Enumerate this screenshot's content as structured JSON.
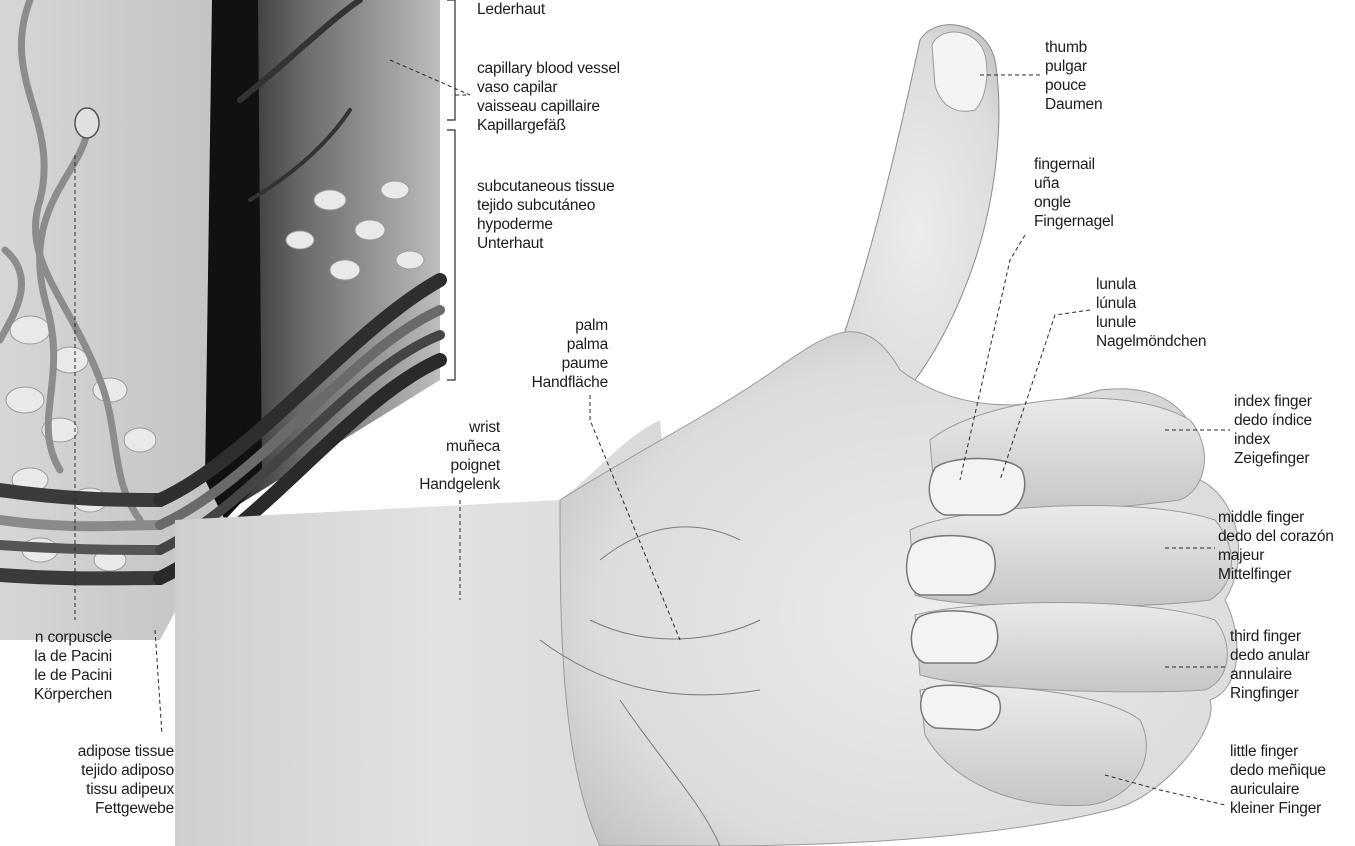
{
  "labels": {
    "dermis": [
      "Lederhaut"
    ],
    "capillary": [
      "capillary blood vessel",
      "vaso capilar",
      "vaisseau capillaire",
      "Kapillargefäß"
    ],
    "subcutaneous": [
      "subcutaneous tissue",
      "tejido subcutáneo",
      "hypoderme",
      "Unterhaut"
    ],
    "thumb": [
      "thumb",
      "pulgar",
      "pouce",
      "Daumen"
    ],
    "fingernail": [
      "fingernail",
      "uña",
      "ongle",
      "Fingernagel"
    ],
    "lunula": [
      "lunula",
      "lúnula",
      "lunule",
      "Nagelmöndchen"
    ],
    "palm": [
      "palm",
      "palma",
      "paume",
      "Handfläche"
    ],
    "wrist": [
      "wrist",
      "muñeca",
      "poignet",
      "Handgelenk"
    ],
    "index_finger": [
      "index finger",
      "dedo índice",
      "index",
      "Zeigefinger"
    ],
    "middle_finger": [
      "middle finger",
      "dedo del corazón",
      "majeur",
      "Mittelfinger"
    ],
    "third_finger": [
      "third finger",
      "dedo anular",
      "annulaire",
      "Ringfinger"
    ],
    "little_finger": [
      "little finger",
      "dedo meñique",
      "auriculaire",
      "kleiner Finger"
    ],
    "pacinian": [
      "n corpuscle",
      "la de Pacini",
      "le de Pacini",
      "Körperchen"
    ],
    "adipose": [
      "adipose tissue",
      "tejido adiposo",
      "tissu adipeux",
      "Fettgewebe"
    ]
  },
  "colors": {
    "skin": "#e4e4e4",
    "skin_shadow": "#b9b9b9",
    "dark_tissue": "#3a3a3a",
    "vessel": "#555555",
    "nail": "#f3f3f3",
    "line": "#2a2a2a"
  }
}
